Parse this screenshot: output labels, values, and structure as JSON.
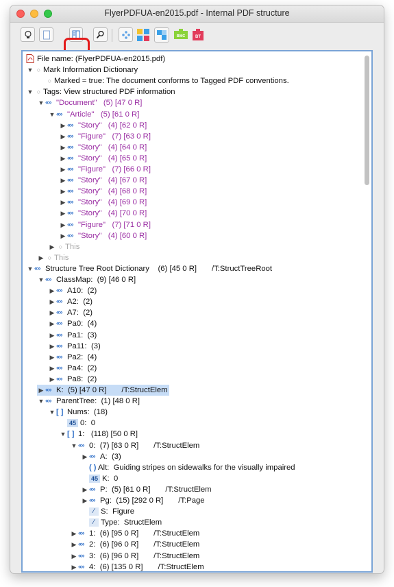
{
  "window": {
    "title": "FlyerPDFUA-en2015.pdf - Internal PDF structure"
  },
  "toolbar": {
    "buttons": [
      {
        "name": "info-button",
        "icon": "lightbulb-icon"
      },
      {
        "name": "page-button",
        "icon": "page-icon"
      },
      {
        "name": "structure-button",
        "icon": "structure-panel-icon",
        "highlighted": true
      },
      {
        "name": "search-button",
        "icon": "magnifier-icon"
      },
      {
        "name": "nodes-button",
        "icon": "nodes-icon"
      },
      {
        "name": "tag-tree-button",
        "icon": "tag-tree-icon"
      },
      {
        "name": "structure-tree-button",
        "icon": "structure-tree-icon"
      },
      {
        "name": "bmc-button",
        "icon": "bmc-puzzle-icon",
        "label": "BMC"
      },
      {
        "name": "bt-button",
        "icon": "bt-puzzle-icon",
        "label": "BT"
      }
    ],
    "highlight_color": "#e31b1b"
  },
  "tree": {
    "rows": [
      {
        "text": "File name: (FlyerPDFUA-en2015.pdf)",
        "icon": "pdf-file-icon",
        "toggle": "",
        "kind": "pdf",
        "indent": 0
      },
      {
        "text": "Mark Information Dictionary",
        "toggle": "▼",
        "kind": "dot",
        "indent": 0
      },
      {
        "text": "Marked = true: The document conforms to Tagged PDF conventions.",
        "toggle": "",
        "kind": "dot",
        "indent": 1
      },
      {
        "text": "Tags: View structured PDF information",
        "toggle": "▼",
        "kind": "dot",
        "indent": 0
      },
      {
        "text": "\"Document\"   (5) [47 0 R]",
        "toggle": "▼",
        "kind": "dict",
        "indent": 1,
        "color": "purple"
      },
      {
        "text": "\"Article\"   (5) [61 0 R]",
        "toggle": "▼",
        "kind": "dict",
        "indent": 2,
        "color": "purple"
      },
      {
        "text": "\"Story\"   (4) [62 0 R]",
        "toggle": "▶",
        "kind": "dict",
        "indent": 3,
        "color": "purple"
      },
      {
        "text": "\"Figure\"   (7) [63 0 R]",
        "toggle": "▶",
        "kind": "dict",
        "indent": 3,
        "color": "purple"
      },
      {
        "text": "\"Story\"   (4) [64 0 R]",
        "toggle": "▶",
        "kind": "dict",
        "indent": 3,
        "color": "purple"
      },
      {
        "text": "\"Story\"   (4) [65 0 R]",
        "toggle": "▶",
        "kind": "dict",
        "indent": 3,
        "color": "purple"
      },
      {
        "text": "\"Figure\"   (7) [66 0 R]",
        "toggle": "▶",
        "kind": "dict",
        "indent": 3,
        "color": "purple"
      },
      {
        "text": "\"Story\"   (4) [67 0 R]",
        "toggle": "▶",
        "kind": "dict",
        "indent": 3,
        "color": "purple"
      },
      {
        "text": "\"Story\"   (4) [68 0 R]",
        "toggle": "▶",
        "kind": "dict",
        "indent": 3,
        "color": "purple"
      },
      {
        "text": "\"Story\"   (4) [69 0 R]",
        "toggle": "▶",
        "kind": "dict",
        "indent": 3,
        "color": "purple"
      },
      {
        "text": "\"Story\"   (4) [70 0 R]",
        "toggle": "▶",
        "kind": "dict",
        "indent": 3,
        "color": "purple"
      },
      {
        "text": "\"Figure\"   (7) [71 0 R]",
        "toggle": "▶",
        "kind": "dict",
        "indent": 3,
        "color": "purple"
      },
      {
        "text": "\"Story\"   (4) [60 0 R]",
        "toggle": "▶",
        "kind": "dict",
        "indent": 3,
        "color": "purple"
      },
      {
        "text": "This",
        "toggle": "▶",
        "kind": "dot",
        "indent": 2,
        "color": "gray"
      },
      {
        "text": "This",
        "toggle": "▶",
        "kind": "dot",
        "indent": 1,
        "color": "gray"
      },
      {
        "text": "Structure Tree Root Dictionary    (6) [45 0 R]       /T:StructTreeRoot",
        "toggle": "▼",
        "kind": "dict",
        "indent": 0
      },
      {
        "text": "ClassMap:  (9) [46 0 R]",
        "toggle": "▼",
        "kind": "dict",
        "indent": 1
      },
      {
        "text": "A10:  (2)",
        "toggle": "▶",
        "kind": "dict",
        "indent": 2
      },
      {
        "text": "A2:  (2)",
        "toggle": "▶",
        "kind": "dict",
        "indent": 2
      },
      {
        "text": "A7:  (2)",
        "toggle": "▶",
        "kind": "dict",
        "indent": 2
      },
      {
        "text": "Pa0:  (4)",
        "toggle": "▶",
        "kind": "dict",
        "indent": 2
      },
      {
        "text": "Pa1:  (3)",
        "toggle": "▶",
        "kind": "dict",
        "indent": 2
      },
      {
        "text": "Pa11:  (3)",
        "toggle": "▶",
        "kind": "dict",
        "indent": 2
      },
      {
        "text": "Pa2:  (4)",
        "toggle": "▶",
        "kind": "dict",
        "indent": 2
      },
      {
        "text": "Pa4:  (2)",
        "toggle": "▶",
        "kind": "dict",
        "indent": 2
      },
      {
        "text": "Pa8:  (2)",
        "toggle": "▶",
        "kind": "dict",
        "indent": 2
      },
      {
        "text": "K:  (5) [47 0 R]       /T:StructElem",
        "toggle": "▶",
        "kind": "dict",
        "indent": 1,
        "selected": true
      },
      {
        "text": "ParentTree:  (1) [48 0 R]",
        "toggle": "▼",
        "kind": "dict",
        "indent": 1
      },
      {
        "text": "Nums:  (18)",
        "toggle": "▼",
        "kind": "array",
        "indent": 2
      },
      {
        "text": "0:  0",
        "toggle": "",
        "kind": "num",
        "indent": 3
      },
      {
        "text": "1:   (118) [50 0 R]",
        "toggle": "▼",
        "kind": "array",
        "indent": 3
      },
      {
        "text": "0:  (7) [63 0 R]       /T:StructElem",
        "toggle": "▼",
        "kind": "dict",
        "indent": 4
      },
      {
        "text": "A:  (3)",
        "toggle": "▶",
        "kind": "dict",
        "indent": 5
      },
      {
        "text": "Alt:  Guiding stripes on sidewalks for the visually impaired",
        "toggle": "",
        "kind": "string",
        "indent": 5
      },
      {
        "text": "K:  0",
        "toggle": "",
        "kind": "num",
        "indent": 5
      },
      {
        "text": "P:  (5) [61 0 R]       /T:StructElem",
        "toggle": "▶",
        "kind": "dict",
        "indent": 5
      },
      {
        "text": "Pg:  (15) [292 0 R]       /T:Page",
        "toggle": "▶",
        "kind": "dict",
        "indent": 5
      },
      {
        "text": "S:  Figure",
        "toggle": "",
        "kind": "name",
        "indent": 5
      },
      {
        "text": "Type:  StructElem",
        "toggle": "",
        "kind": "name",
        "indent": 5
      },
      {
        "text": "1:  (6) [95 0 R]       /T:StructElem",
        "toggle": "▶",
        "kind": "dict",
        "indent": 4
      },
      {
        "text": "2:  (6) [96 0 R]       /T:StructElem",
        "toggle": "▶",
        "kind": "dict",
        "indent": 4
      },
      {
        "text": "3:  (6) [96 0 R]       /T:StructElem",
        "toggle": "▶",
        "kind": "dict",
        "indent": 4
      },
      {
        "text": "4:  (6) [135 0 R]       /T:StructElem",
        "toggle": "▶",
        "kind": "dict",
        "indent": 4
      }
    ],
    "num_badges": {
      "0": "45",
      "1": "45"
    }
  },
  "colors": {
    "purple": "#9a2da3",
    "selection": "#c6dcf6",
    "accent": "#2e6fc8"
  }
}
